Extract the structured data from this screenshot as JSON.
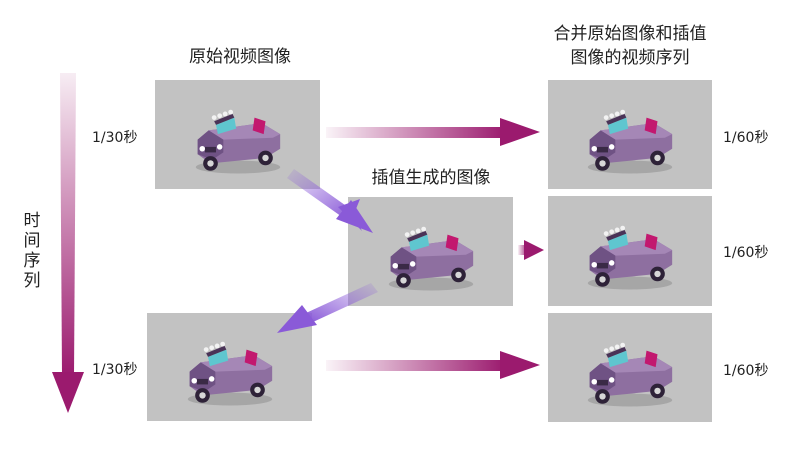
{
  "colors": {
    "arrow": "#9b1a6e",
    "arrow_interp": "#8a5ad8",
    "car_body": "#8e6fa0",
    "car_dark": "#5a4070",
    "frame_bg": "#c2c2c2"
  },
  "headings": {
    "original": "原始视频图像",
    "interpolated": "插值生成的图像",
    "merged_line1": "合并原始图像和插值",
    "merged_line2": "图像的视频序列"
  },
  "time_axis_label": "时间序列",
  "time_labels": {
    "orig_top": "1/30秒",
    "orig_bottom": "1/30秒",
    "merged_1": "1/60秒",
    "merged_2": "1/60秒",
    "merged_3": "1/60秒"
  },
  "frames": [
    {
      "role": "original-frame-1",
      "icon": "car-icon"
    },
    {
      "role": "interpolated-frame",
      "icon": "car-icon"
    },
    {
      "role": "original-frame-2",
      "icon": "car-icon"
    },
    {
      "role": "merged-frame-1",
      "icon": "car-icon"
    },
    {
      "role": "merged-frame-2",
      "icon": "car-icon"
    },
    {
      "role": "merged-frame-3",
      "icon": "car-icon"
    }
  ]
}
